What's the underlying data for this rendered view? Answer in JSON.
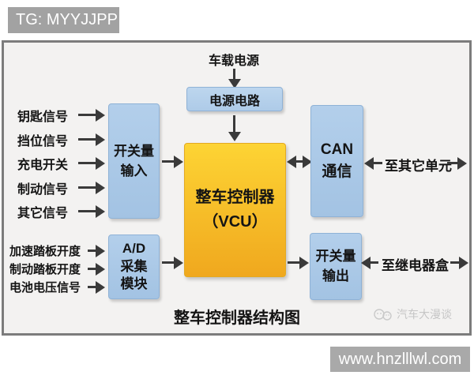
{
  "badge": {
    "text": "TG: MYYJJPP"
  },
  "diagram": {
    "title": "整车控制器结构图",
    "power_source_label": "车载电源",
    "boxes": {
      "power_circuit": "电源电路",
      "vcu_line1": "整车控制器",
      "vcu_line2": "（VCU）",
      "switch_input_line1": "开关量",
      "switch_input_line2": "输入",
      "ad_line1": "A/D",
      "ad_line2": "采集",
      "ad_line3": "模块",
      "can_line1": "CAN",
      "can_line2": "通信",
      "switch_output_line1": "开关量",
      "switch_output_line2": "输出"
    },
    "left_inputs": [
      "钥匙信号",
      "挡位信号",
      "充电开关",
      "制动信号",
      "其它信号"
    ],
    "analog_inputs": [
      "加速踏板开度",
      "制动踏板开度",
      "电池电压信号"
    ],
    "can_target": "至其它单元",
    "relay_target": "至继电器盒"
  },
  "watermark": {
    "text": "汽车大漫谈",
    "icon": "chat-faces-logo"
  },
  "footer": {
    "url": "www.hnzlllwl.com"
  },
  "colors": {
    "box_blue": "#a8c7e7",
    "vcu_gold_top": "#fdd434",
    "vcu_gold_bottom": "#f0a81e",
    "arrow": "#3a3a3a",
    "frame_border": "#7c7c7c",
    "frame_bg": "#f3f2f1",
    "badge_bg": "#a2a2a2",
    "url_bg": "#a9a9a9"
  }
}
